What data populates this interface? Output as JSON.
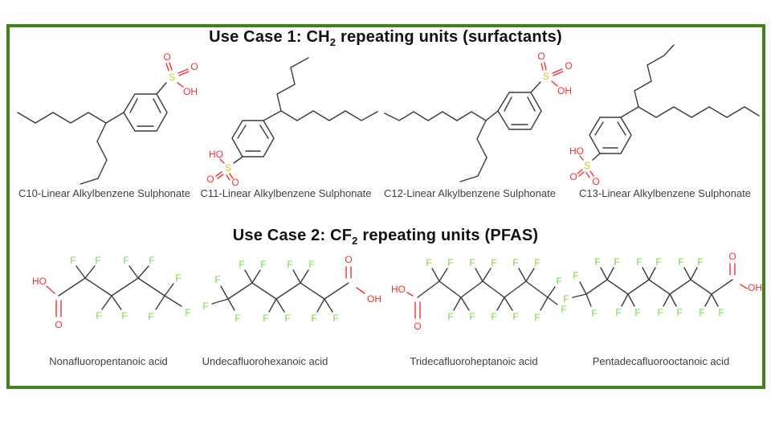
{
  "slide": {
    "use_case_1": {
      "prefix": "Use Case 1: CH",
      "subscript": "2",
      "suffix": " repeating units (surfactants)"
    },
    "use_case_2": {
      "prefix": "Use Case 2: CF",
      "subscript": "2",
      "suffix": " repeating units (PFAS)"
    }
  },
  "atoms": {
    "F": "F",
    "O": "O",
    "S": "S",
    "OH": "OH",
    "HO": "HO"
  },
  "colors": {
    "frame_green": "#44801f",
    "fluorine_green": "#78d441",
    "oxygen_red": "#f63030",
    "sulfur_yellow": "#c9c920",
    "bond_gray": "#3a3a3a",
    "caption_text": "#3f3f3f",
    "title_text": "#111111",
    "background": "#ffffff"
  },
  "molecules": {
    "row1": [
      {
        "name": "C10-Linear Alkylbenzene Sulphonate"
      },
      {
        "name": "C11-Linear Alkylbenzene Sulphonate"
      },
      {
        "name": "C12-Linear Alkylbenzene Sulphonate"
      },
      {
        "name": "C13-Linear Alkylbenzene Sulphonate"
      }
    ],
    "row2": [
      {
        "name": "Nonafluoropentanoic acid"
      },
      {
        "name": "Undecafluorohexanoic acid"
      },
      {
        "name": "Tridecafluoroheptanoic acid"
      },
      {
        "name": "Pentadecafluorooctanoic acid"
      }
    ]
  }
}
